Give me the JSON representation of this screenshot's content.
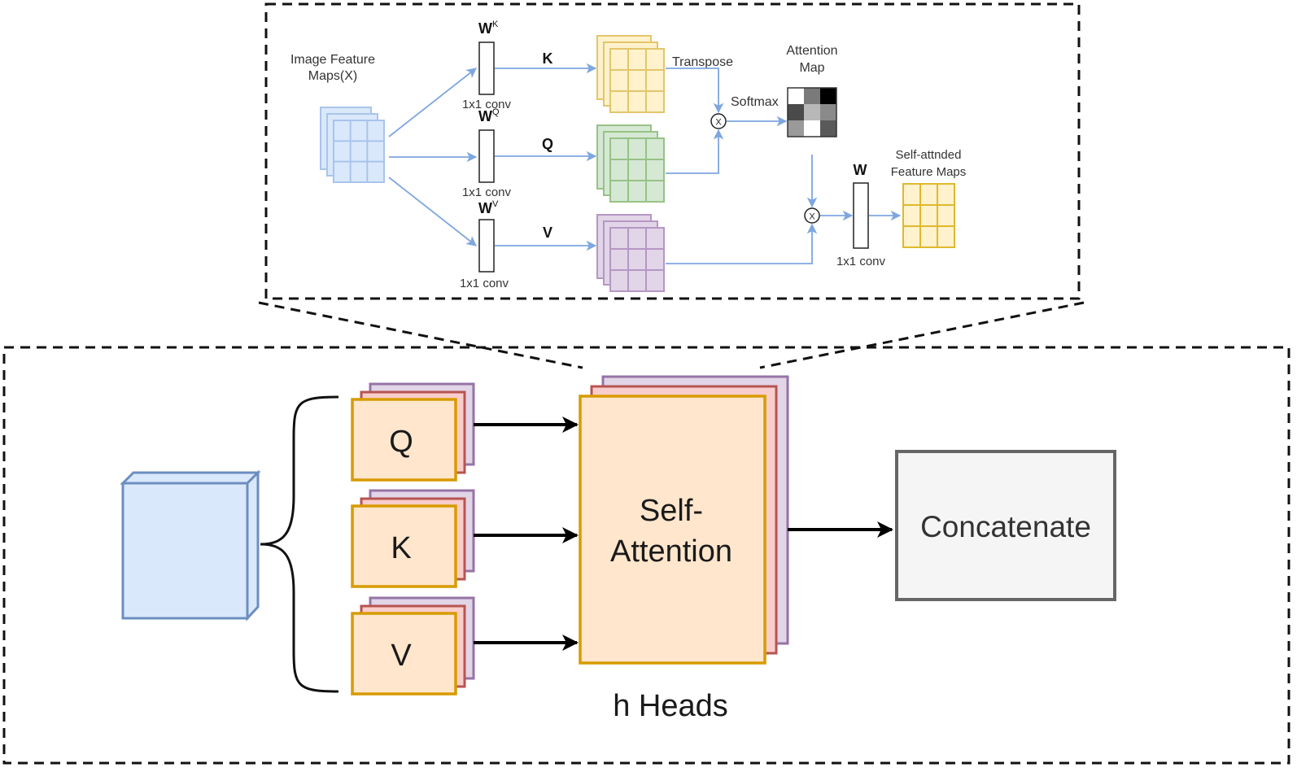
{
  "detail": {
    "input_label_line1": "Image Feature",
    "input_label_line2": "Maps(X)",
    "conv_label": "1x1 conv",
    "wk_base": "W",
    "wk_sup": "K",
    "wq_base": "W",
    "wq_sup": "Q",
    "wv_base": "W",
    "wv_sup": "V",
    "k_label": "K",
    "q_label": "Q",
    "v_label": "V",
    "transpose_label": "Transpose",
    "softmax_label": "Softmax",
    "attention_map_line1": "Attention",
    "attention_map_line2": "Map",
    "w_label": "W",
    "output_label_line1": "Self-attnded",
    "output_label_line2": "Feature Maps",
    "multiply_symbol": "X",
    "attention_map_cells": [
      "#ffffff",
      "#7a7a7a",
      "#000000",
      "#4a4a4a",
      "#b8b8b8",
      "#8a8a8a",
      "#9a9a9a",
      "#ffffff",
      "#5a5a5a"
    ]
  },
  "main": {
    "q_label": "Q",
    "k_label": "K",
    "v_label": "V",
    "self_attention_line1": "Self-",
    "self_attention_line2": "Attention",
    "heads_label": "h Heads",
    "concatenate_label": "Concatenate"
  },
  "colors": {
    "blue_fill": "#dae8fc",
    "blue_stroke": "#6c8ebf",
    "yellow_fill": "#fff2cc",
    "yellow_stroke": "#d6b656",
    "green_fill": "#d5e8d4",
    "green_stroke": "#82b366",
    "purple_fill": "#e1d5e7",
    "purple_stroke": "#9673a6",
    "orange_fill": "#ffe6cc",
    "orange_stroke": "#d79b00",
    "red_fill": "#f8cecc",
    "red_stroke": "#b85450",
    "arrow_light": "#7ea6e0",
    "gray_fill": "#f5f5f5",
    "gray_stroke": "#666666"
  }
}
